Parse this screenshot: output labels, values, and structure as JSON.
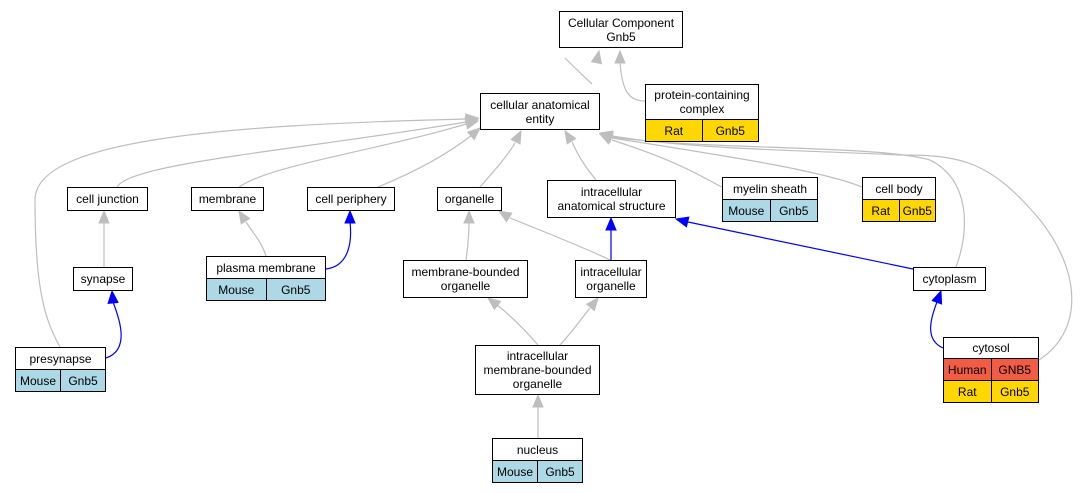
{
  "nodes": {
    "cc": "Cellular Component\nGnb5",
    "cae": "cellular anatomical\nentity",
    "pcc": "protein-containing\ncomplex",
    "cj": "cell junction",
    "mem": "membrane",
    "cp": "cell periphery",
    "org": "organelle",
    "ias": "intracellular\nanatomical structure",
    "ms": "myelin sheath",
    "cb": "cell body",
    "syn": "synapse",
    "pm": "plasma membrane",
    "mbo": "membrane-bounded\norganelle",
    "io": "intracellular\norganelle",
    "cyto": "cytoplasm",
    "pre": "presynapse",
    "imbo": "intracellular\nmembrane-bounded\norganelle",
    "cytosol": "cytosol",
    "nuc": "nucleus"
  },
  "annotations": {
    "pcc_rat": [
      "Rat",
      "Gnb5"
    ],
    "ms_mouse": [
      "Mouse",
      "Gnb5"
    ],
    "cb_rat": [
      "Rat",
      "Gnb5"
    ],
    "pm_mouse": [
      "Mouse",
      "Gnb5"
    ],
    "pre_mouse": [
      "Mouse",
      "Gnb5"
    ],
    "cytosol_human": [
      "Human",
      "GNB5"
    ],
    "cytosol_rat": [
      "Rat",
      "Gnb5"
    ],
    "nuc_mouse": [
      "Mouse",
      "Gnb5"
    ]
  },
  "colors": {
    "is_a_edge": "#bebebe",
    "part_of_edge": "#0000ff",
    "mouse": "#add8e6",
    "rat": "#ffd700",
    "human": "#f25c45"
  }
}
